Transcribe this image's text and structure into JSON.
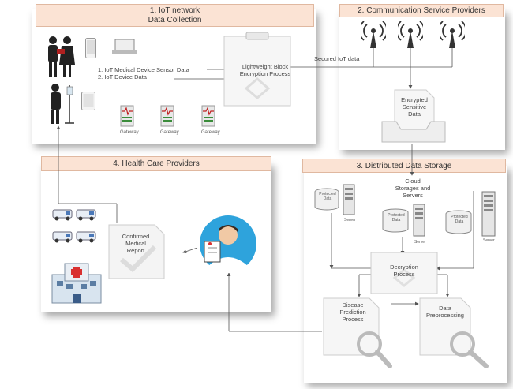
{
  "panels": {
    "iot": {
      "title_line1": "1. IoT network",
      "title_line2": "Data Collection"
    },
    "csp": {
      "title": "2. Communication Service Providers"
    },
    "storage": {
      "title": "3. Distributed Data Storage"
    },
    "health": {
      "title": "4. Health Care Providers"
    }
  },
  "iot": {
    "list": [
      "1. IoT Medical Device Sensor Data",
      "2. IoT Device Data"
    ],
    "encryption_line1": "Lightweight Block",
    "encryption_line2": "Encryption Process",
    "gateway_label": "Gateway",
    "secured_label": "Secured IoT data"
  },
  "csp": {
    "encrypted_line1": "Encrypted",
    "encrypted_line2": "Sensitive",
    "encrypted_line3": "Data"
  },
  "storage": {
    "cloud_line1": "Cloud",
    "cloud_line2": "Storages and",
    "cloud_line3": "Servers",
    "protected_line1": "Protected",
    "protected_line2": "Data",
    "server_label": "Server",
    "decryption_line1": "Decryption",
    "decryption_line2": "Process",
    "disease_line1": "Disease",
    "disease_line2": "Prediction",
    "disease_line3": "Process",
    "preproc_line1": "Data",
    "preproc_line2": "Preprocessing"
  },
  "health": {
    "report_line1": "Confirmed",
    "report_line2": "Medical",
    "report_line3": "Report"
  }
}
